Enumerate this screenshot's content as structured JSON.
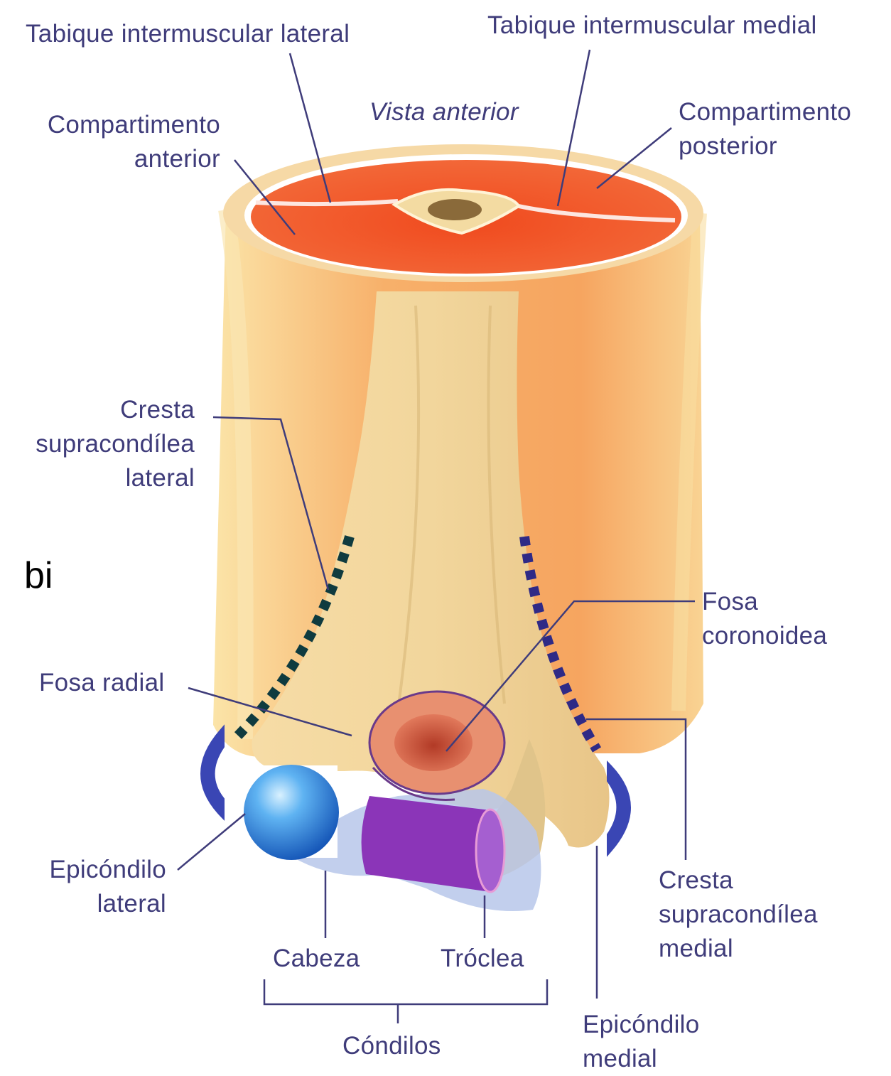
{
  "labels": {
    "tabique_lateral": "Tabique intermuscular lateral",
    "tabique_medial": "Tabique intermuscular medial",
    "vista_anterior": "Vista anterior",
    "compartimento_anterior": "Compartimento\nanterior",
    "compartimento_posterior": "Compartimento\nposterior",
    "cresta_lateral": "Cresta\nsupracondílea\nlateral",
    "fosa_coronoidea": "Fosa\ncoronoidea",
    "fosa_radial": "Fosa radial",
    "epicondilo_lateral": "Epicóndilo\nlateral",
    "cresta_medial": "Cresta\nsupracondílea\nmedial",
    "cabeza": "Cabeza",
    "troclea": "Tróclea",
    "condilos": "Cóndilos",
    "epicondilo_medial": "Epicóndilo\nmedial",
    "bi": "bi"
  },
  "colors": {
    "label_text": "#3f3c7a",
    "muscle": "#f25a2a",
    "skin": "#f7d79a",
    "bone": "#f1d7a0",
    "capitulum_sphere": "#2f8fe6",
    "trochlea_cylinder": "#8a35b8",
    "epicondyle_arc": "#3a46b4",
    "dotted_lateral": "#0f3b3f",
    "dotted_medial": "#2f2a86"
  }
}
